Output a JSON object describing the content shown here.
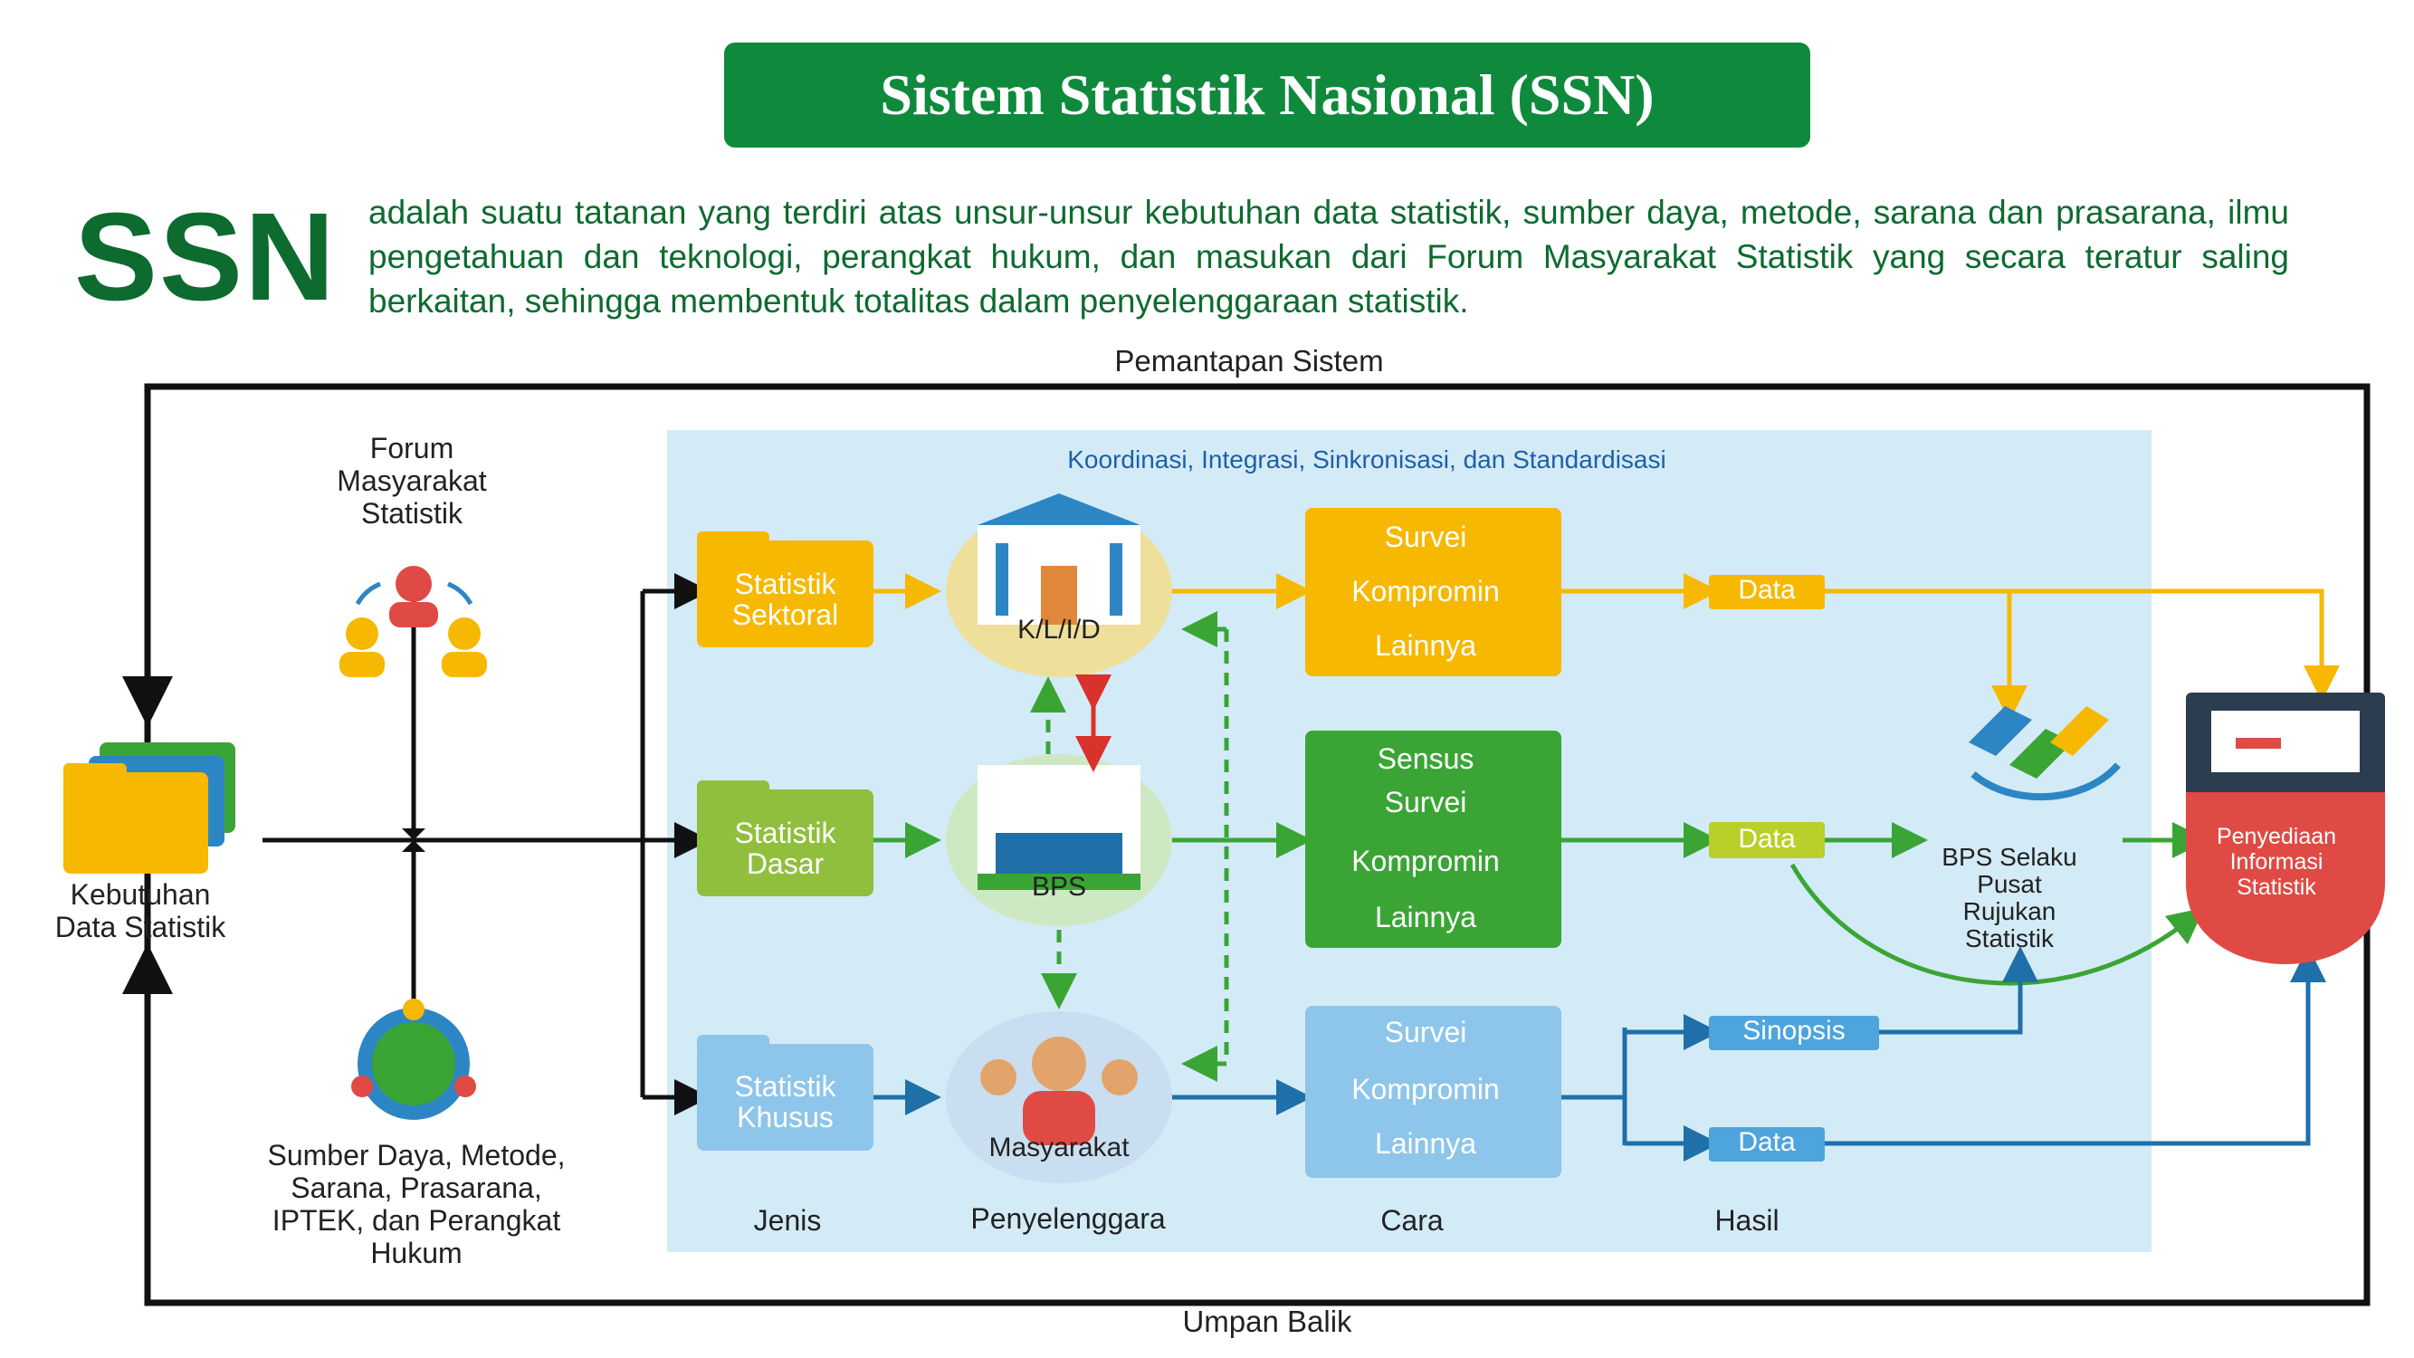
{
  "title": "Sistem Statistik Nasional (SSN)",
  "ssn_heading": "SSN",
  "ssn_definition": "adalah suatu tatanan yang terdiri atas unsur-unsur kebutuhan data statistik, sumber daya, metode, sarana dan prasarana, ilmu pengetahuan dan teknologi, perangkat hukum, dan masukan dari Forum Masyarakat Statistik yang secara teratur saling berkaitan, sehingga membentuk totalitas dalam penyelenggaraan statistik.",
  "diagram": {
    "top_label": "Pemantapan Sistem",
    "bottom_label": "Umpan Balik",
    "coordination_label": "Koordinasi, Integrasi, Sinkronisasi, dan Standardisasi",
    "forum": "Forum\nMasyarakat\nStatistik",
    "kebutuhan": "Kebutuhan\nData Statistik",
    "sumber_daya": "Sumber Daya, Metode,\nSarana, Prasarana,\nIPTEK, dan Perangkat\nHukum",
    "jenis": [
      "Statistik\nSektoral",
      "Statistik\nDasar",
      "Statistik\nKhusus"
    ],
    "penyelenggara": [
      "K/L/I/D",
      "BPS",
      "Masyarakat"
    ],
    "cara_sektoral": [
      "Survei",
      "Kompromin",
      "Lainnya"
    ],
    "cara_dasar": [
      "Sensus",
      "Survei",
      "Kompromin",
      "Lainnya"
    ],
    "cara_khusus": [
      "Survei",
      "Kompromin",
      "Lainnya"
    ],
    "hasil": [
      "Data",
      "Data",
      "Sinopsis",
      "Data"
    ],
    "bps_rujukan": "BPS Selaku\nPusat\nRujukan\nStatistik",
    "penyediaan": "Penyediaan\nInformasi\nStatistik",
    "column_labels": [
      "Jenis",
      "Penyelenggara",
      "Cara",
      "Hasil"
    ]
  },
  "colors": {
    "title_green": "#0f8a3c",
    "text_green": "#0d6b2f",
    "yellow": "#f6b800",
    "green": "#3aa535",
    "blue": "#2d86c4",
    "panel": "#d3ebf7",
    "red": "#e04a44"
  }
}
